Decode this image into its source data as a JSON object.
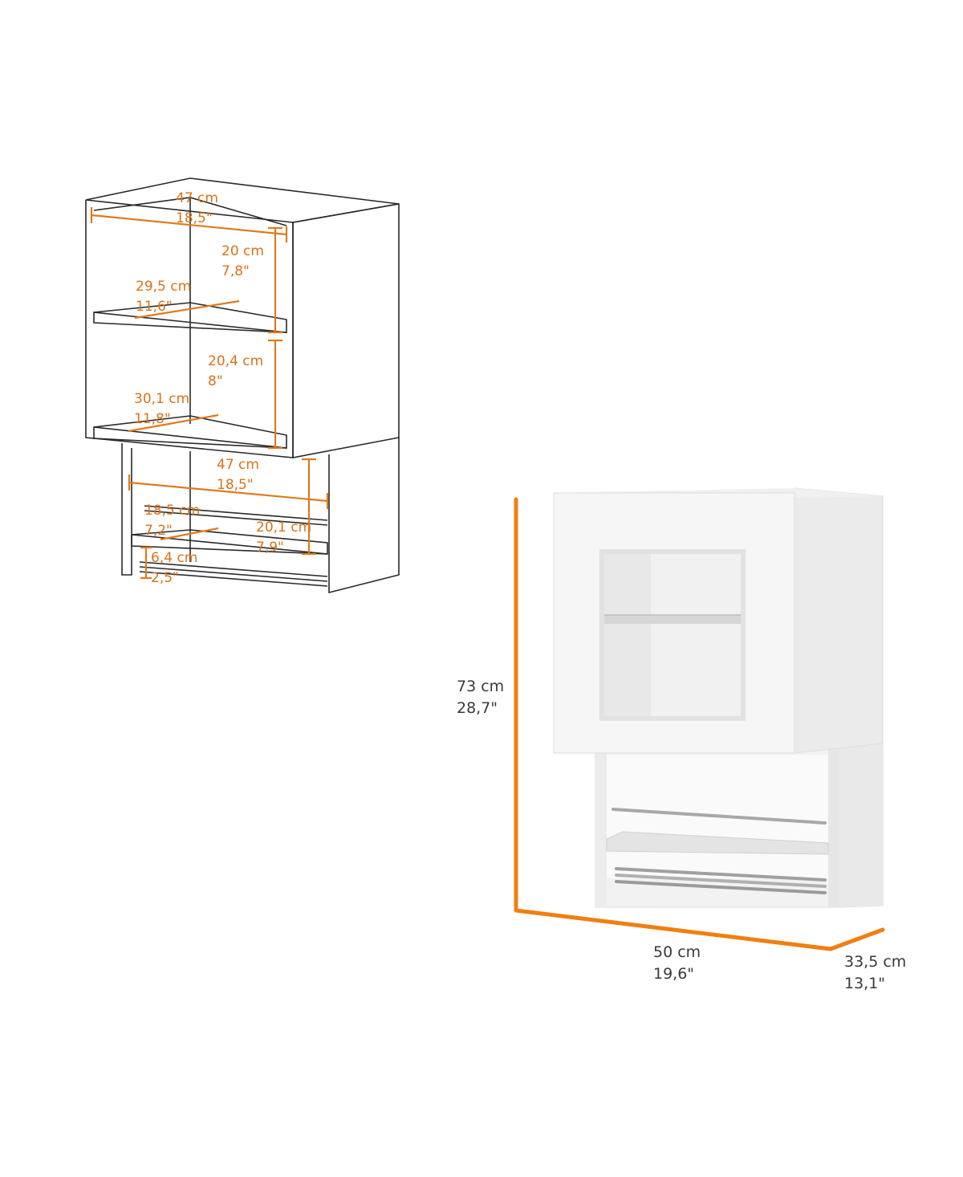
{
  "colors": {
    "accent": "#f07f12",
    "dimension_text": "#d9731a",
    "product_text": "#3a3a3a",
    "cabinet_body": "#f4f4f4",
    "cabinet_shadow": "#e3e3e3"
  },
  "line_drawing": {
    "top_width": {
      "cm": "47 cm",
      "in": "18,5\""
    },
    "top_compartment_height": {
      "cm": "20 cm",
      "in": "7,8\""
    },
    "upper_shelf_depth": {
      "cm": "29,5 cm",
      "in": "11,6\""
    },
    "middle_compartment_height": {
      "cm": "20,4 cm",
      "in": "8\""
    },
    "lower_shelf_depth": {
      "cm": "30,1 cm",
      "in": "11,8\""
    },
    "bottom_width": {
      "cm": "47 cm",
      "in": "18,5\""
    },
    "bottom_shelf_depth": {
      "cm": "18,5 cm",
      "in": "7,2\""
    },
    "open_section_height": {
      "cm": "20,1 cm",
      "in": "7,9\""
    },
    "rail_height": {
      "cm": "6,4 cm",
      "in": "2,5\""
    }
  },
  "product": {
    "height": {
      "cm": "73 cm",
      "in": "28,7\""
    },
    "width": {
      "cm": "50 cm",
      "in": "19,6\""
    },
    "depth": {
      "cm": "33,5 cm",
      "in": "13,1\""
    }
  }
}
